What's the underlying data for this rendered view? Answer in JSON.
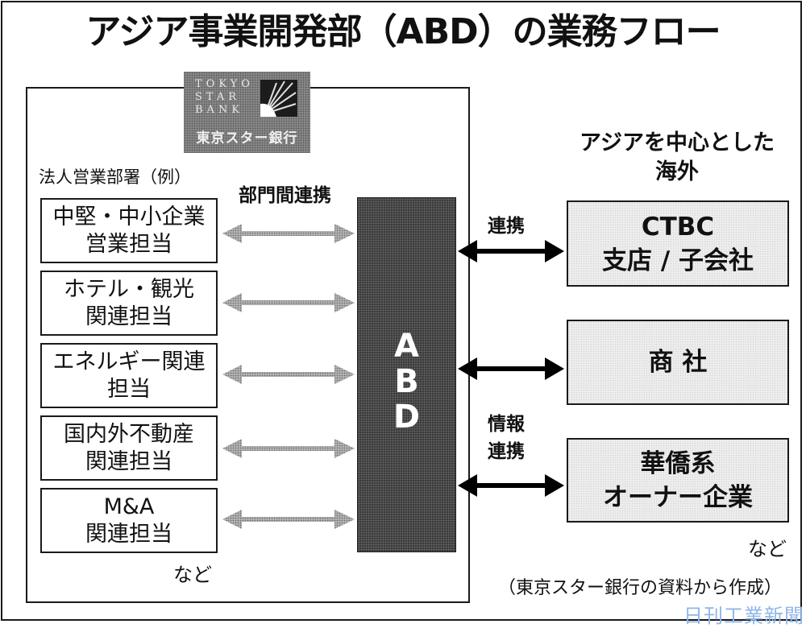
{
  "title": "アジア事業開発部（ABD）の業務フロー",
  "logo": {
    "english_lines": [
      "TOKYO",
      "STAR",
      "BANK"
    ],
    "japanese": "東京スター銀行"
  },
  "corporate_sales": {
    "heading": "法人営業部署（例）",
    "departments": [
      {
        "line1": "中堅・中小企業",
        "line2": "営業担当"
      },
      {
        "line1": "ホテル・観光",
        "line2": "関連担当"
      },
      {
        "line1": "エネルギー関連",
        "line2": "担当"
      },
      {
        "line1": "国内外不動産",
        "line2": "関連担当"
      },
      {
        "line1": "M&A",
        "line2": "関連担当"
      }
    ],
    "etc": "など"
  },
  "interdept_label": "部門間連携",
  "abd": {
    "letters": [
      "A",
      "B",
      "D"
    ]
  },
  "links": {
    "collab": "連携",
    "info_line1": "情報",
    "info_line2": "連携"
  },
  "overseas": {
    "heading_line1": "アジアを中心とした",
    "heading_line2": "海外",
    "partners": [
      {
        "line1": "CTBC",
        "line2": "支店 / 子会社"
      },
      {
        "line1": "商 社",
        "line2": ""
      },
      {
        "line1": "華僑系",
        "line2": "オーナー企業"
      }
    ],
    "etc": "など"
  },
  "source": "（東京スター銀行の資料から作成）",
  "watermark": "日刊工業新聞"
}
